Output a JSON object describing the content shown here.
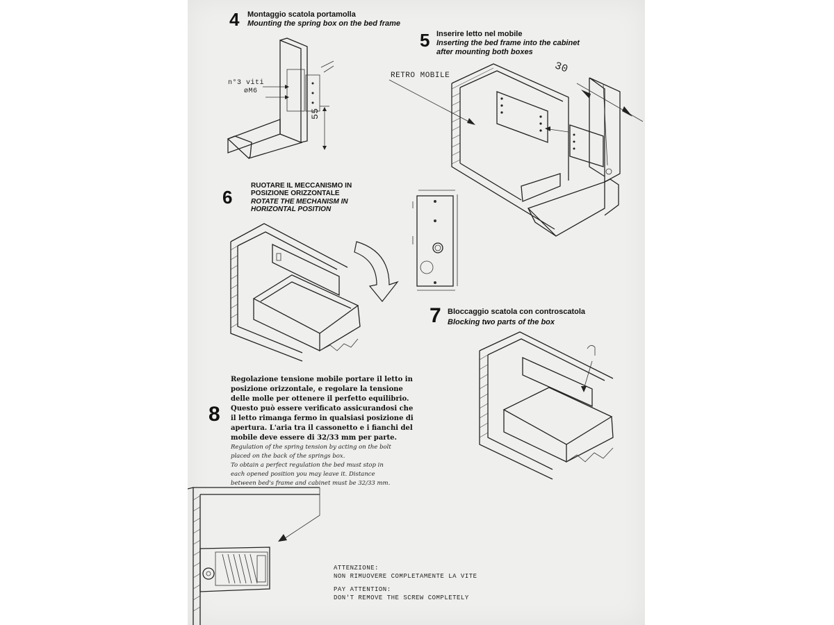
{
  "step4": {
    "number": "4",
    "title_it": "Montaggio scatola portamolla",
    "title_en": "Mounting the spring box on the bed frame",
    "screws_label_line1": "n°3 viti",
    "screws_label_line2": "øM6",
    "dimension": "55"
  },
  "step5": {
    "number": "5",
    "title_it": "Inserire letto nel mobile",
    "title_en_line1": "Inserting the bed frame into the cabinet",
    "title_en_line2": "after mounting both boxes",
    "retro_label": "RETRO MOBILE",
    "dimension": "30"
  },
  "step6": {
    "number": "6",
    "title_it_line1": "RUOTARE IL MECCANISMO IN",
    "title_it_line2": "POSIZIONE ORIZZONTALE",
    "title_en_line1": "ROTATE THE MECHANISM IN",
    "title_en_line2": "HORIZONTAL POSITION"
  },
  "step7": {
    "number": "7",
    "title_it": "Bloccaggio scatola con  controscatola",
    "title_en": "Blocking two parts of the box"
  },
  "step8": {
    "number": "8",
    "it_lines": [
      "Regolazione tensione mobile portare il letto in",
      "posizione orizzontale, e regolare la tensione",
      "delle molle per ottenere il perfetto equilibrio.",
      "Questo può essere verificato assicurandosi che",
      "il letto rimanga fermo in qualsiasi posizione di",
      "apertura. L'aria tra il cassonetto e i fianchi del",
      "mobile deve essere di 32/33 mm per parte."
    ],
    "en_lines": [
      "Regulation of the spring tension by acting on the bolt",
      "placed on the back of the springs box.",
      "To obtain a perfect regulation the bed must stop in",
      "each opened position you may leave it. Distance",
      "between bed's  frame and cabinet must be 32/33 mm."
    ]
  },
  "warning": {
    "it_line1": "ATTENZIONE:",
    "it_line2": "NON RIMUOVERE COMPLETAMENTE LA VITE",
    "en_line1": "PAY ATTENTION:",
    "en_line2": "DON'T REMOVE THE SCREW COMPLETELY"
  }
}
